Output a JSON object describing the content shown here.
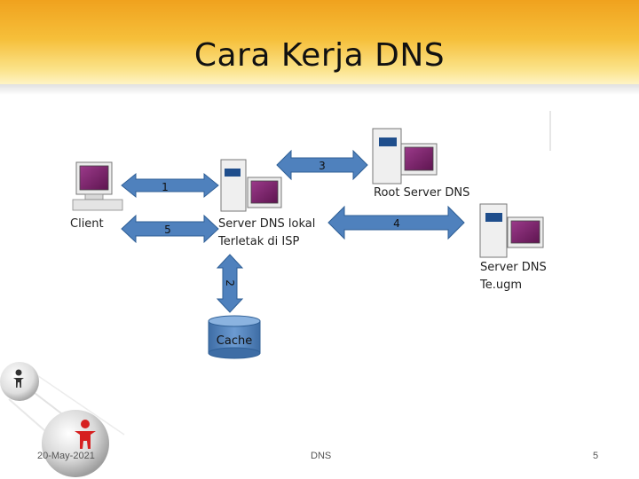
{
  "slide": {
    "title": "Cara Kerja DNS",
    "footer": {
      "date": "20-May-2021",
      "center": "DNS",
      "page_number": "5"
    }
  },
  "diagram": {
    "nodes": {
      "client": {
        "label": "Client",
        "icon": "desktop-computer-icon"
      },
      "local_dns": {
        "label_line1": "Server DNS lokal",
        "label_line2": "Terletak di ISP",
        "icon": "server-computer-icon"
      },
      "root_dns": {
        "label": "Root Server DNS",
        "icon": "server-computer-icon"
      },
      "ugm_dns": {
        "label_line1": "Server DNS",
        "label_line2": "Te.ugm",
        "icon": "server-computer-icon"
      },
      "cache": {
        "label": "Cache",
        "icon": "database-cylinder-icon"
      }
    },
    "arrows": [
      {
        "id": "1",
        "label": "1",
        "from": "client",
        "to": "local_dns"
      },
      {
        "id": "2",
        "label": "2",
        "from": "local_dns",
        "to": "cache"
      },
      {
        "id": "3",
        "label": "3",
        "from": "local_dns",
        "to": "root_dns"
      },
      {
        "id": "4",
        "label": "4",
        "from": "local_dns",
        "to": "ugm_dns"
      },
      {
        "id": "5",
        "label": "5",
        "from": "local_dns",
        "to": "client"
      }
    ],
    "colors": {
      "arrow_fill": "#4f81bd",
      "arrow_stroke": "#2f5f96",
      "monitor_screen": "#7a1f6a",
      "header_orange": "#f0a21e",
      "logo_red": "#d62020"
    }
  }
}
